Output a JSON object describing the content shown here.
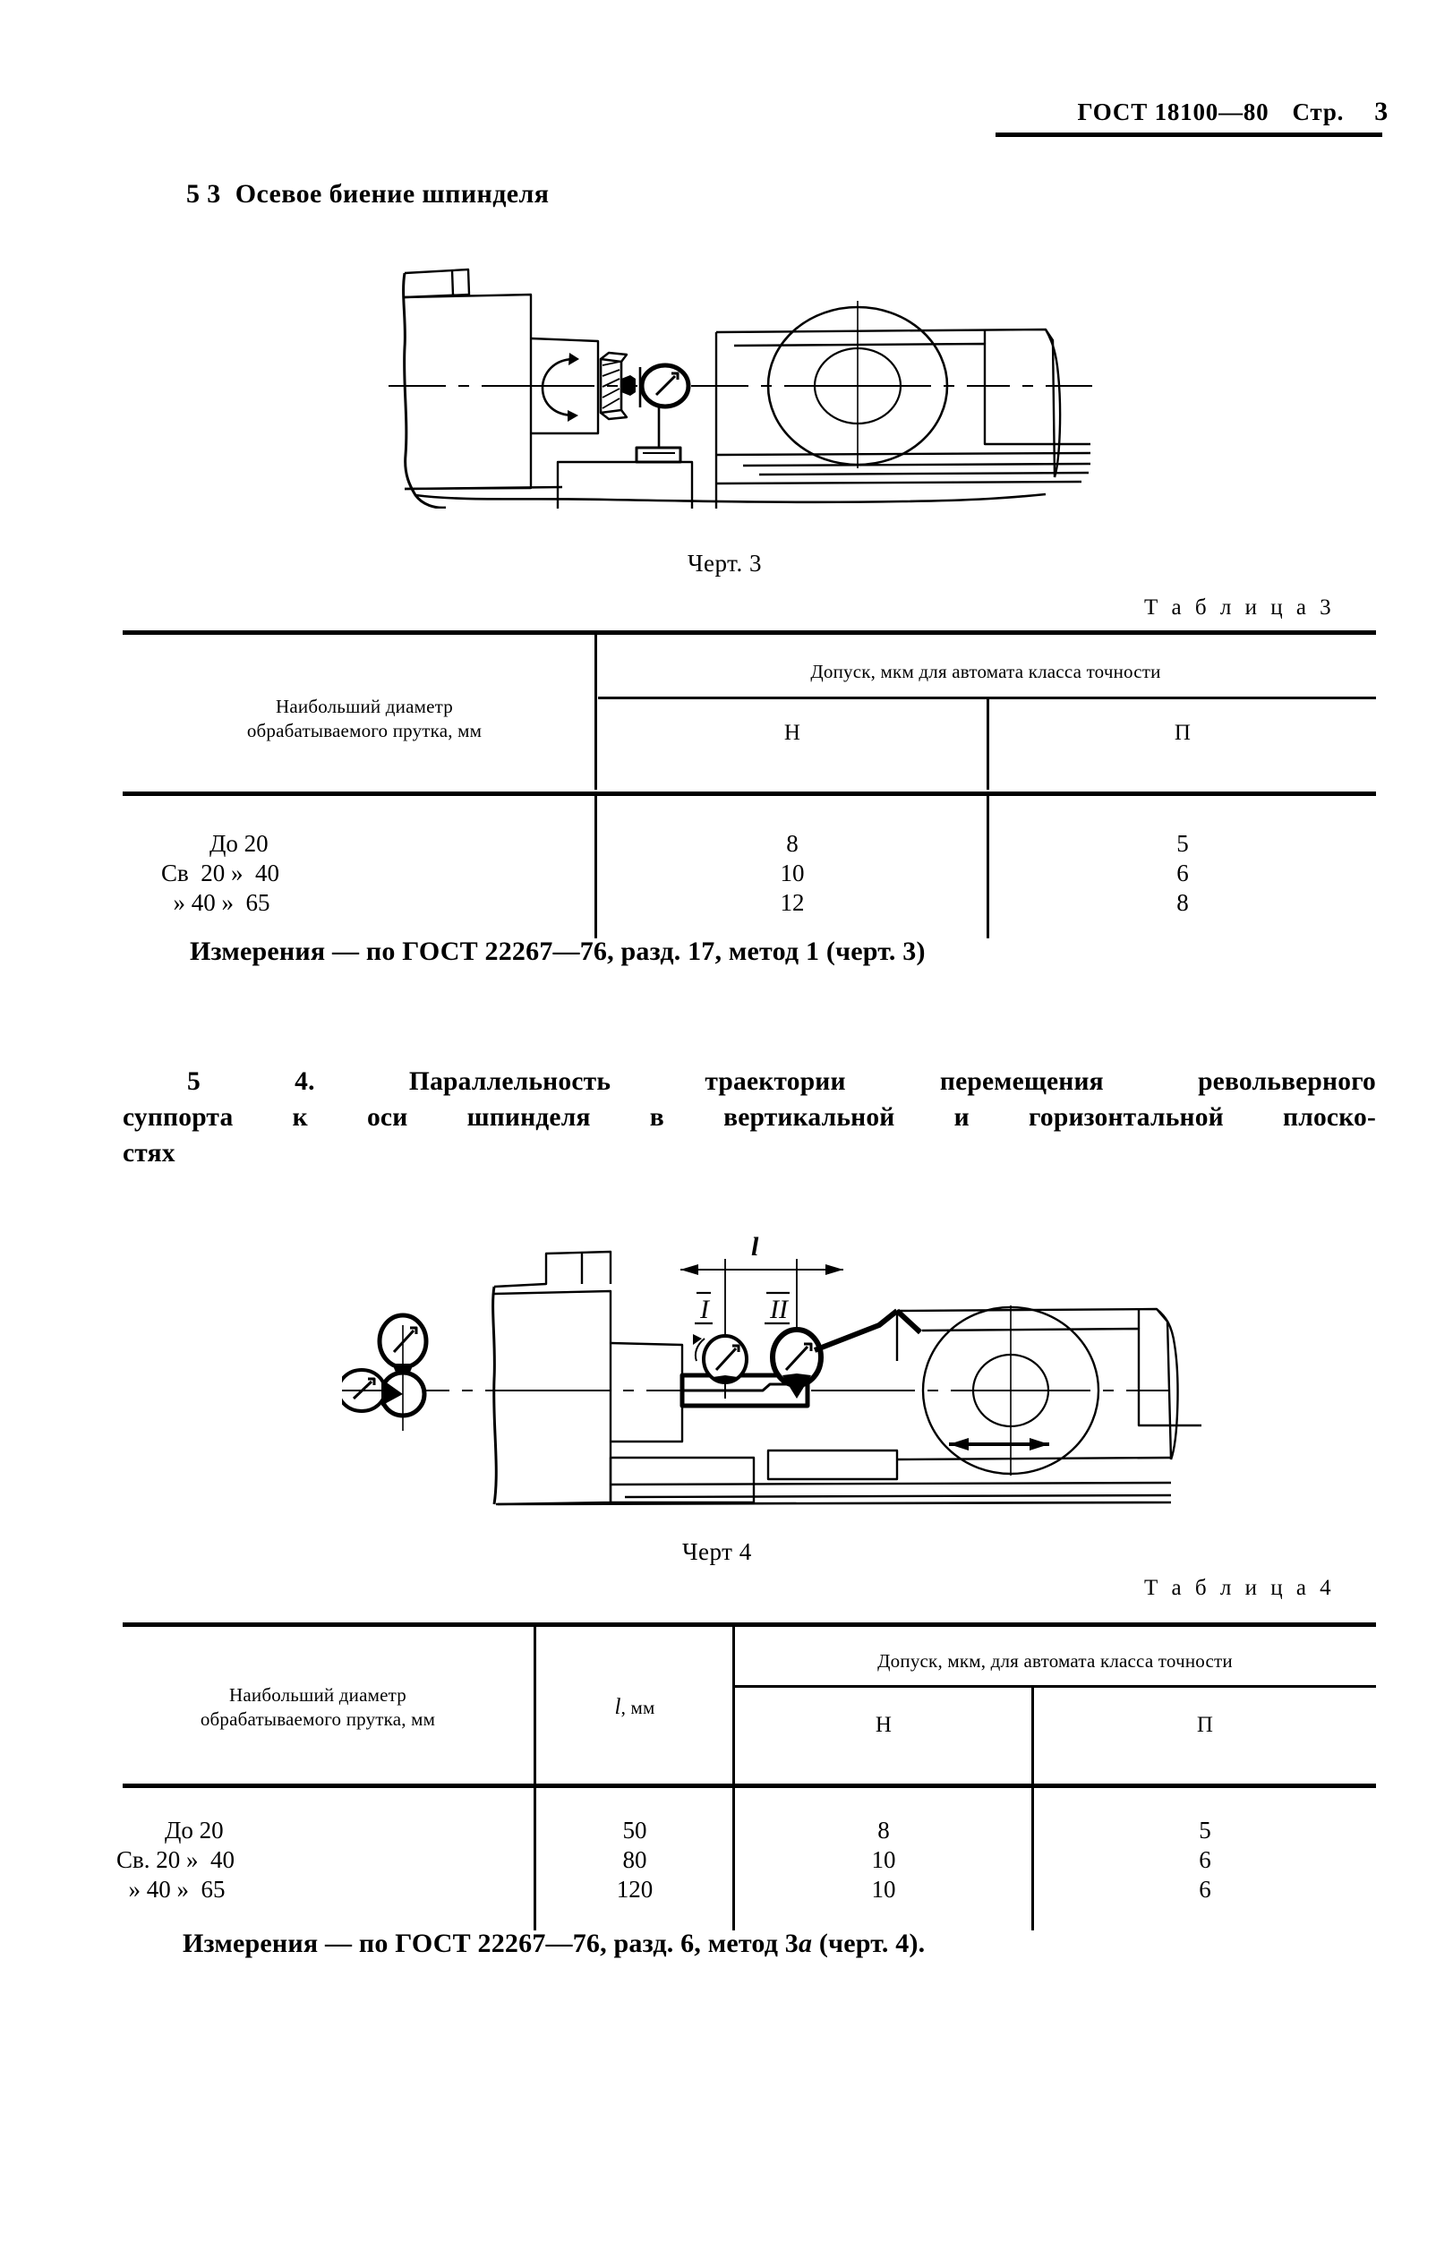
{
  "header": {
    "standard": "ГОСТ 18100—80",
    "page_label": "Стр.",
    "page_number": "3"
  },
  "sections": {
    "s53": {
      "number": "5 3",
      "title": "Осевое биение шпинделя"
    },
    "s54": {
      "line1": "5 4. Параллельность траектории   перемещения   револьверного",
      "line2": "суппорта к оси шпинделя в вертикальной и горизонтальной плоско-",
      "line3": "стях"
    }
  },
  "figures": {
    "fig3": {
      "caption": "Черт. 3",
      "name": "lathe-spindle-axial-runout-diagram"
    },
    "fig4": {
      "caption": "Черт 4",
      "name": "lathe-turret-slide-parallelism-diagram",
      "labels": {
        "dimension": "l",
        "pos_1": "I",
        "pos_2": "II"
      }
    }
  },
  "table3": {
    "caption": "Т а б л и ц а  3",
    "col_diameter": "Наибольший диаметр\nобрабатываемого прутка, мм",
    "col_group": "Допуск, мкм  для автомата класса точности",
    "col_h": "Н",
    "col_p": "П",
    "rows": [
      {
        "range": "        До 20",
        "h": "8",
        "p": "5"
      },
      {
        "range": "Св  20 »  40",
        "h": "10",
        "p": "6"
      },
      {
        "range": "  » 40 »  65",
        "h": "12",
        "p": "8"
      }
    ],
    "range_block": "        До 20\nСв  20 »  40\n  » 40 »  65",
    "h_block": "8\n10\n12",
    "p_block": "5\n6\n8"
  },
  "table4": {
    "caption": "Т а б л и ц а  4",
    "col_diameter": "Наибольший диаметр\nобрабатываемого прутка, мм",
    "col_l": "l, мм",
    "col_l_symbol": "l",
    "col_l_unit": ", мм",
    "col_group": "Допуск, мкм, для автомата класса точности",
    "col_h": "Н",
    "col_p": "П",
    "rows": [
      {
        "range": "        До 20",
        "l": "50",
        "h": "8",
        "p": "5"
      },
      {
        "range": "Св. 20 »  40",
        "l": "80",
        "h": "10",
        "p": "6"
      },
      {
        "range": "  » 40 »  65",
        "l": "120",
        "h": "10",
        "p": "6"
      }
    ],
    "range_block": "        До 20\nСв. 20 »  40\n  » 40 »  65",
    "l_block": "50\n80\n120",
    "h_block": "8\n10\n10",
    "p_block": "5\n6\n6"
  },
  "measurements": {
    "m3_pre": "Измерения — по ГОСТ 22267—76, разд. 17, метод 1  (черт. 3)",
    "m4_pre": "Измерения — по ГОСТ 22267—76, разд. 6, метод 3",
    "m4_ital": "а",
    "m4_post": " (черт. 4)."
  },
  "colors": {
    "ink": "#000000",
    "paper": "#ffffff"
  }
}
